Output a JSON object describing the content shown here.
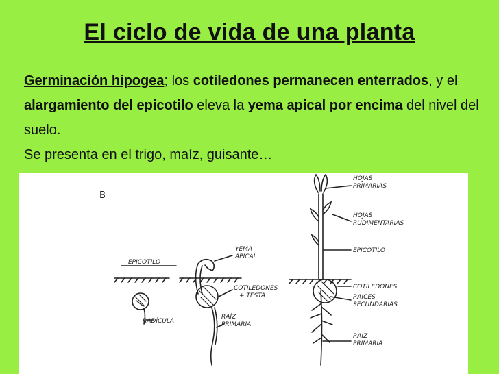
{
  "title": "El ciclo de vida de una planta",
  "paragraph": {
    "term1": "Germinación hipogea",
    "t1": "; los ",
    "term2": "cotiledones permanecen enterrados",
    "t2": ", y el ",
    "term3": "alargamiento del epicotilo",
    "t3": " eleva la ",
    "term4": "yema apical por encima",
    "t4": " del nivel del suelo.",
    "line4": "Se presenta en el trigo, maíz, guisante…"
  },
  "figure": {
    "panel": "B",
    "labels": {
      "epicotilo1": "EPICOTILO",
      "radicula": "RADÍCULA",
      "yema": "YEMA",
      "apical": "APICAL",
      "cotiledones1": "COTILEDONES",
      "testa": "+ TESTA",
      "raiz1": "RAÍZ",
      "primaria1": "PRIMARIA",
      "hojas1": "HOJAS",
      "primarias": "PRIMARIAS",
      "hojas2": "HOJAS",
      "rudimentarias": "RUDIMENTARIAS",
      "epicotilo2": "EPICOTILO",
      "cotiledones2": "COTILEDONES",
      "raices": "RAICES",
      "secundarias": "SECUNDARIAS",
      "raiz2": "RAÍZ",
      "primaria2": "PRIMARIA"
    }
  }
}
